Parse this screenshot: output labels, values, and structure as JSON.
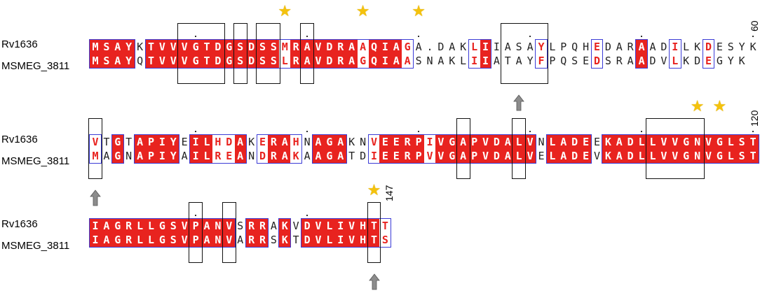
{
  "blocks": [
    {
      "end_position": "60",
      "rows": [
        {
          "name": "Rv1636",
          "seq": "MSAYKTVVVGTDGSDSSMRAVDRAAQIAGA.DAKLIIASAYLPQHEDARAADILKDESYK"
        },
        {
          "name": "MSMEG_3811",
          "seq": "MSAYQTVVVGTDGSDSSLRAVDRAGQIAASNAKLIIATAYFPQSEDSRAADVLKDEGYK"
        }
      ]
    },
    {
      "end_position": "120",
      "rows": [
        {
          "name": "Rv1636",
          "seq": "VTGTAPIYEILHDAKERAHNAGAKNVEERPIVGAPVDALVNLADEEKADLLVVGNVGLST"
        },
        {
          "name": "MSMEG_3811",
          "seq": "MAGNAPIYAILREANDRAKAAGATDIEERPVVGAPVDALVELADEVKADLLVVGNVGLST"
        }
      ]
    },
    {
      "end_position": "147",
      "rows": [
        {
          "name": "Rv1636",
          "seq": "IAGRLLGSVPANVSRRAKVDVLIVHTT"
        },
        {
          "name": "MSMEG_3811",
          "seq": "IAGRLLGSVPANVARRSKTDVLIVHTS"
        }
      ]
    }
  ],
  "colors": {
    "identical_bg": "#e8231f",
    "similar_text": "#e8231f",
    "block_border": "#3b3bd6",
    "star": "#f4c20d",
    "arrow": "#8c8c8c"
  },
  "icons": {
    "star": "star-icon",
    "arrow": "up-arrow-icon"
  }
}
